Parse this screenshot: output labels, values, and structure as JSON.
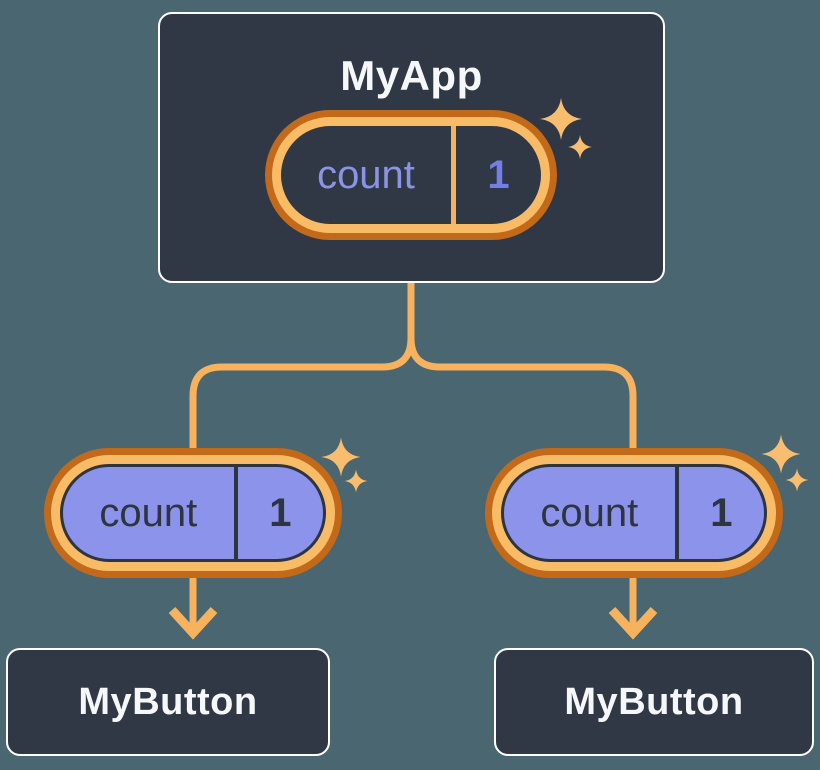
{
  "diagram": {
    "root": {
      "title": "MyApp",
      "state": {
        "name": "count",
        "value": "1"
      }
    },
    "children": [
      {
        "title": "MyButton",
        "state": {
          "name": "count",
          "value": "1"
        }
      },
      {
        "title": "MyButton",
        "state": {
          "name": "count",
          "value": "1"
        }
      }
    ],
    "colors": {
      "background": "#4A6670",
      "node_fill": "#313845",
      "node_border": "#FFFFFF",
      "orange_dark": "#C2691A",
      "orange_light": "#F8BC66",
      "orange_line": "#F6B25C",
      "purple_fill": "#8B93EA",
      "purple_text": "#8A93E6",
      "value_purple_text": "#737EE8",
      "dark_text": "#2E3440",
      "white_text": "#F6F7F9",
      "sparkle": "#F8BD6E"
    }
  }
}
